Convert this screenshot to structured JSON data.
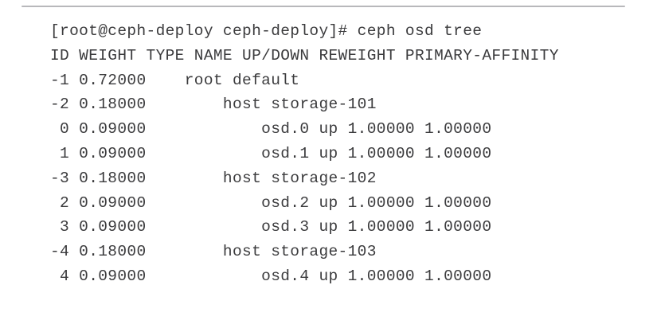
{
  "window": {
    "background_color": "#ffffff",
    "divider_color": "#b8b8bb"
  },
  "terminal": {
    "text_color": "#3b3b3d",
    "prompt": "[root@ceph-deploy ceph-deploy]#",
    "command": "ceph osd tree",
    "prompt_line": "[root@ceph-deploy ceph-deploy]# ceph osd tree",
    "header_line": "ID WEIGHT TYPE NAME UP/DOWN REWEIGHT PRIMARY-AFFINITY",
    "columns": [
      "ID",
      "WEIGHT",
      "TYPE NAME",
      "UP/DOWN",
      "REWEIGHT",
      "PRIMARY-AFFINITY"
    ],
    "lines": [
      "[root@ceph-deploy ceph-deploy]# ceph osd tree",
      "ID WEIGHT TYPE NAME UP/DOWN REWEIGHT PRIMARY-AFFINITY",
      "-1 0.72000    root default",
      "-2 0.18000        host storage-101",
      " 0 0.09000            osd.0 up 1.00000 1.00000",
      " 1 0.09000            osd.1 up 1.00000 1.00000",
      "-3 0.18000        host storage-102",
      " 2 0.09000            osd.2 up 1.00000 1.00000",
      " 3 0.09000            osd.3 up 1.00000 1.00000",
      "-4 0.18000        host storage-103",
      " 4 0.09000            osd.4 up 1.00000 1.00000"
    ],
    "tree": [
      {
        "id": "-1",
        "weight": "0.72000",
        "type_name": "root default",
        "status": "",
        "reweight": "",
        "primary_affinity": ""
      },
      {
        "id": "-2",
        "weight": "0.18000",
        "type_name": "host storage-101",
        "status": "",
        "reweight": "",
        "primary_affinity": ""
      },
      {
        "id": "0",
        "weight": "0.09000",
        "type_name": "osd.0",
        "status": "up",
        "reweight": "1.00000",
        "primary_affinity": "1.00000"
      },
      {
        "id": "1",
        "weight": "0.09000",
        "type_name": "osd.1",
        "status": "up",
        "reweight": "1.00000",
        "primary_affinity": "1.00000"
      },
      {
        "id": "-3",
        "weight": "0.18000",
        "type_name": "host storage-102",
        "status": "",
        "reweight": "",
        "primary_affinity": ""
      },
      {
        "id": "2",
        "weight": "0.09000",
        "type_name": "osd.2",
        "status": "up",
        "reweight": "1.00000",
        "primary_affinity": "1.00000"
      },
      {
        "id": "3",
        "weight": "0.09000",
        "type_name": "osd.3",
        "status": "up",
        "reweight": "1.00000",
        "primary_affinity": "1.00000"
      },
      {
        "id": "-4",
        "weight": "0.18000",
        "type_name": "host storage-103",
        "status": "",
        "reweight": "",
        "primary_affinity": ""
      },
      {
        "id": "4",
        "weight": "0.09000",
        "type_name": "osd.4",
        "status": "up",
        "reweight": "1.00000",
        "primary_affinity": "1.00000"
      }
    ]
  }
}
